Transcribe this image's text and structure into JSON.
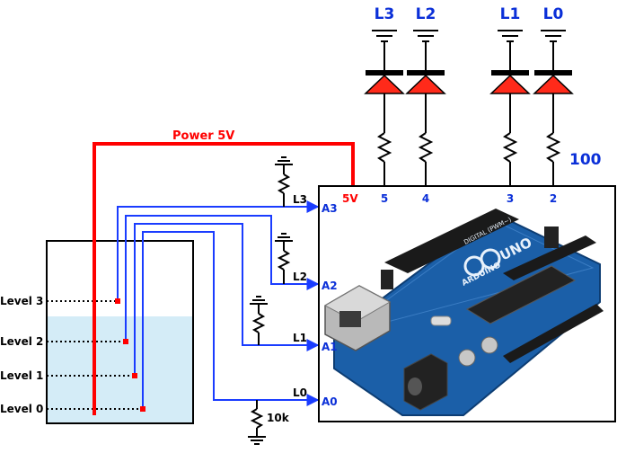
{
  "labels": {
    "power": "Power 5V",
    "v5": "5V",
    "resistor_led": "100",
    "resistor_bottom": "10k"
  },
  "leds": [
    "L3",
    "L2",
    "L1",
    "L0"
  ],
  "pins": {
    "digital": [
      "5",
      "4",
      "3",
      "2"
    ],
    "analog": [
      "A3",
      "A2",
      "A1",
      "A0"
    ]
  },
  "sense_lines": [
    "L3",
    "L2",
    "L1",
    "L0"
  ],
  "levels": [
    "Level 3",
    "Level 2",
    "Level 1",
    "Level 0"
  ],
  "board": {
    "brand": "ARDUINO",
    "model": "UNO",
    "subtitle": "DIGITAL (PWM~)"
  },
  "colors": {
    "power": "#ff0000",
    "signal": "#1a3cff",
    "label_blue": "#0a2fd8",
    "led_red": "#ff2a1a",
    "water": "#d4ecf7",
    "board": "#1b5fa8"
  }
}
